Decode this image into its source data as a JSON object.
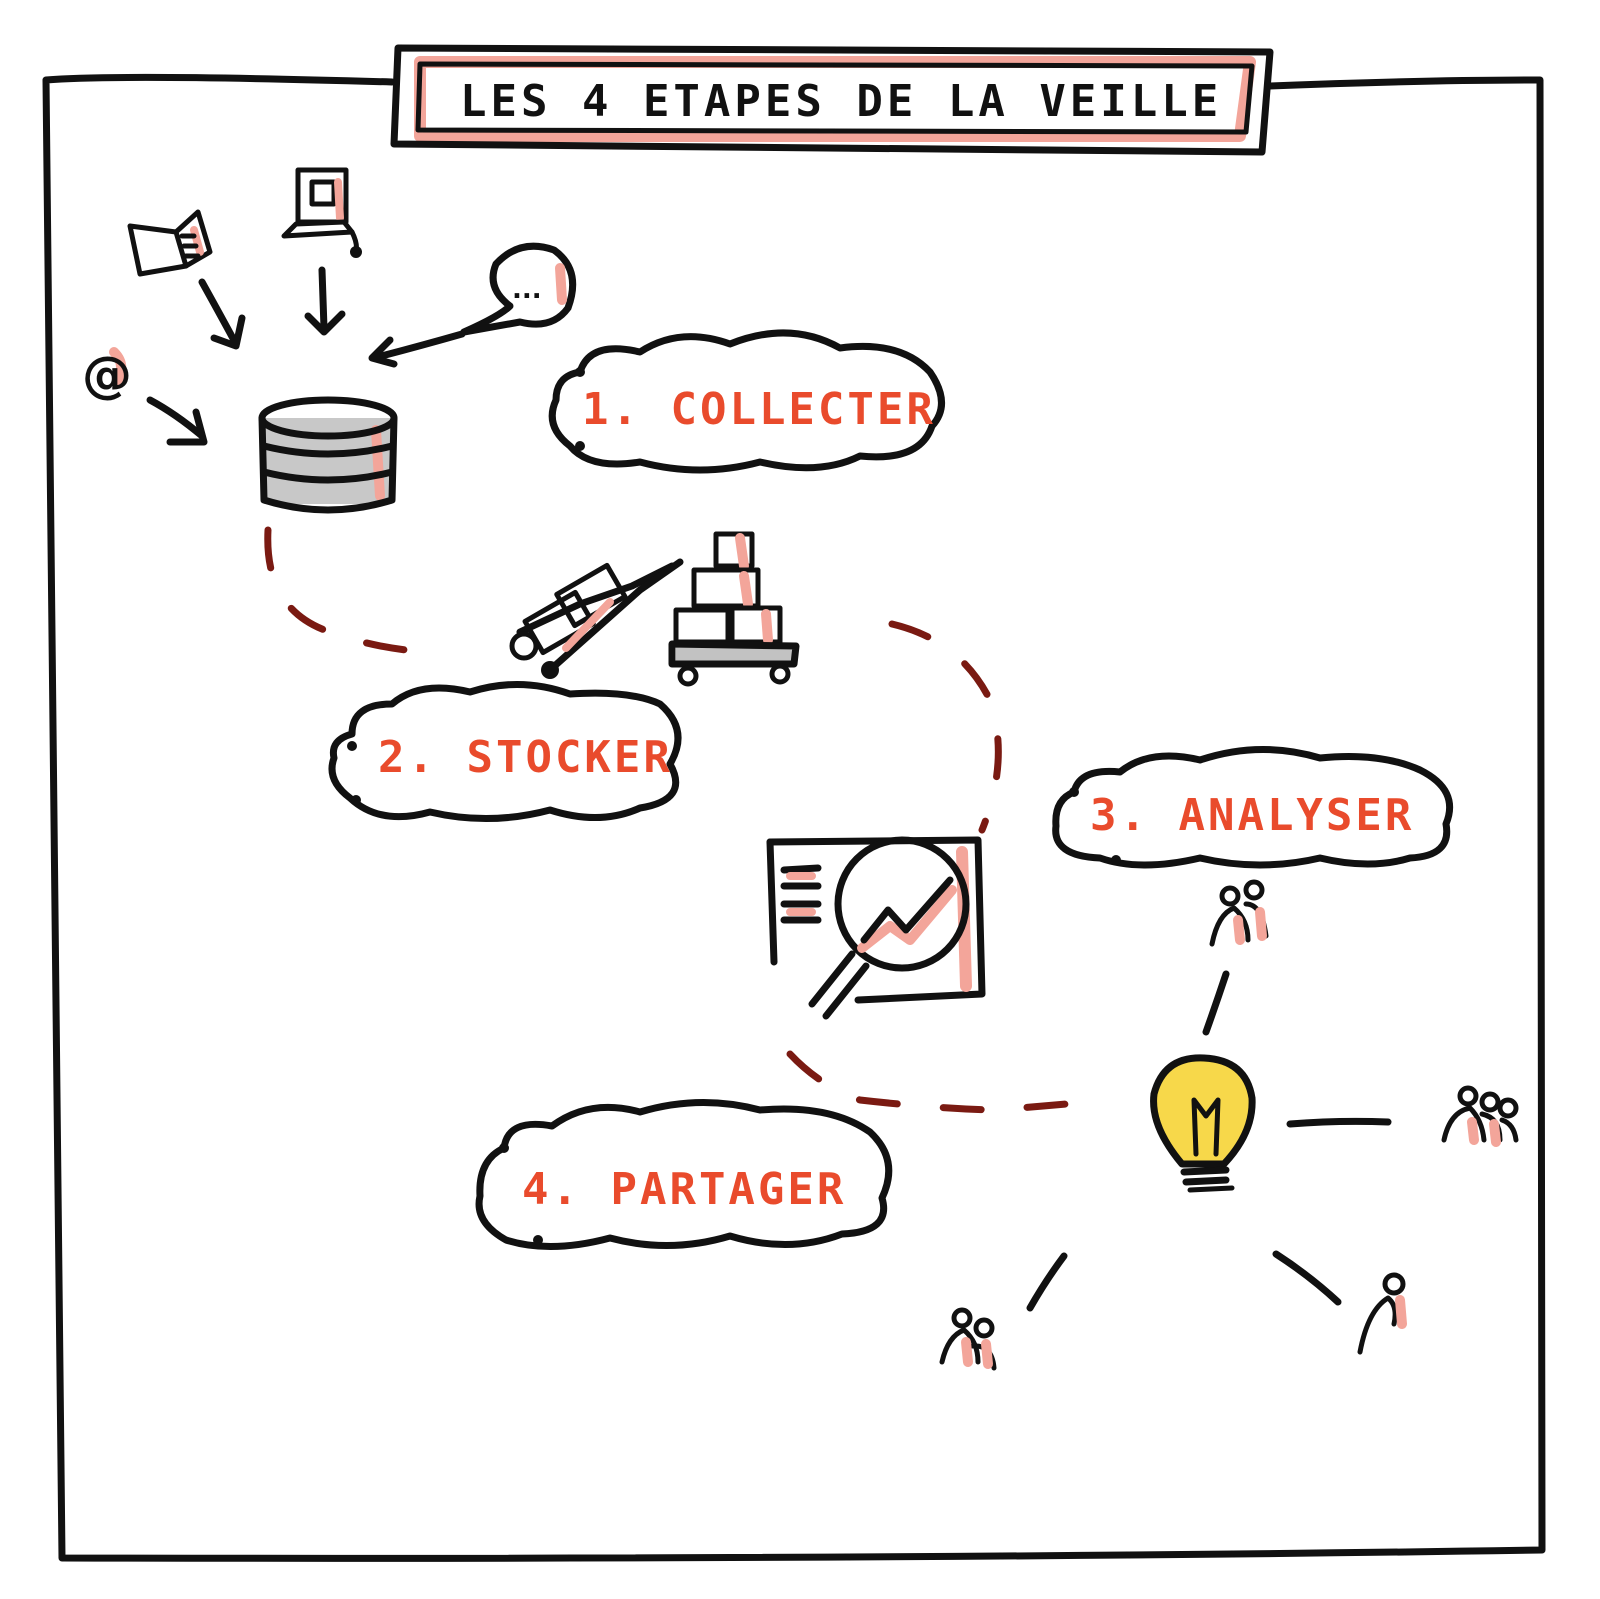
{
  "title": "LES 4 ETAPES DE LA VEILLE",
  "steps": [
    {
      "label": "1. COLLECTER"
    },
    {
      "label": "2. STOCKER"
    },
    {
      "label": "3. ANALYSER"
    },
    {
      "label": "4. PARTAGER"
    }
  ],
  "icons": {
    "email_symbol": "@",
    "speech_dots": "..."
  },
  "colors": {
    "ink": "#111111",
    "accent": "#e94b2c",
    "highlight": "#f3a59a",
    "dashed_path": "#7a1a12",
    "bulb": "#f7d84a",
    "storage_band": "#9a9a9a"
  }
}
